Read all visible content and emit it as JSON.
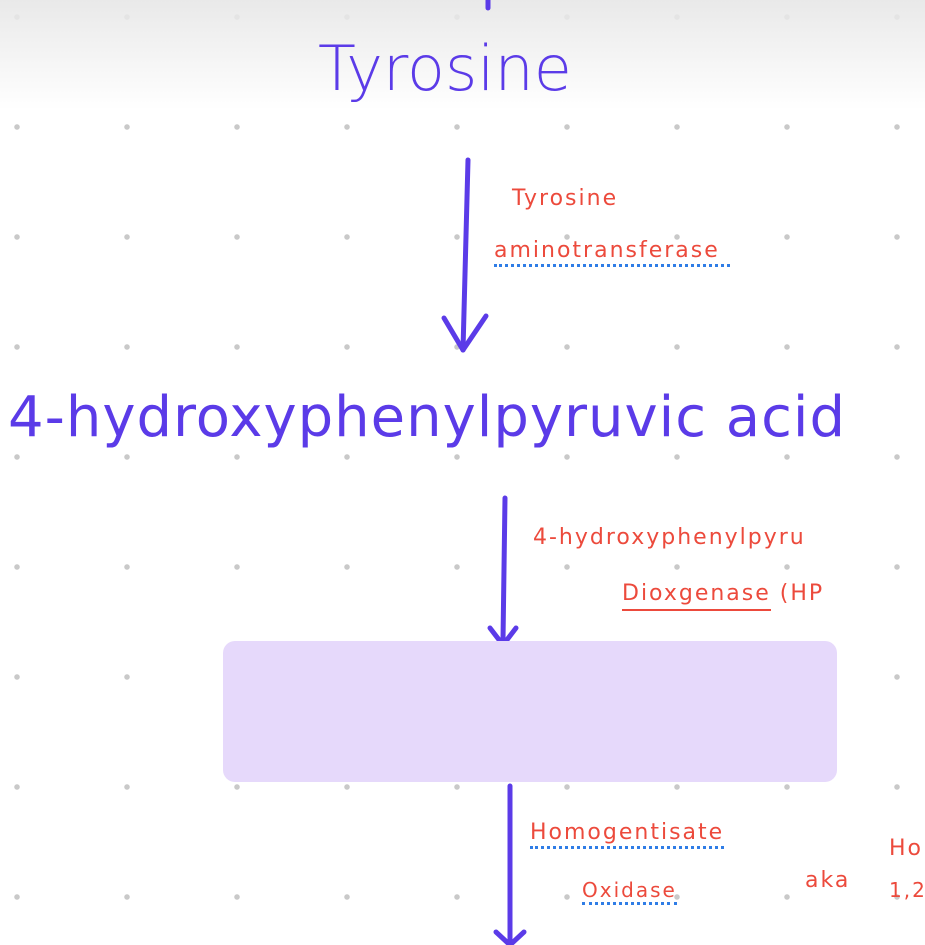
{
  "compounds": {
    "tyrosine": "Tyrosine",
    "hppa": "4-hydroxyphenylpyruvic acid"
  },
  "enzymes": {
    "e1_line1": "Tyrosine",
    "e1_line2": "aminotransferase",
    "e2_line1": "4-hydroxyphenylpyru",
    "e2_name": "Dioxgenase",
    "e2_paren": "(HP",
    "e3_line1": "Homogentisate",
    "e3_line2": "Oxidase",
    "e3_aka": "aka",
    "e3_alt1": "Ho",
    "e3_alt2": "1,2"
  },
  "colors": {
    "compound": "#5b3be8",
    "enzyme": "#ec4a3c",
    "underline_dotted": "#2f7de6",
    "hidden_box": "#e6d9fb"
  }
}
